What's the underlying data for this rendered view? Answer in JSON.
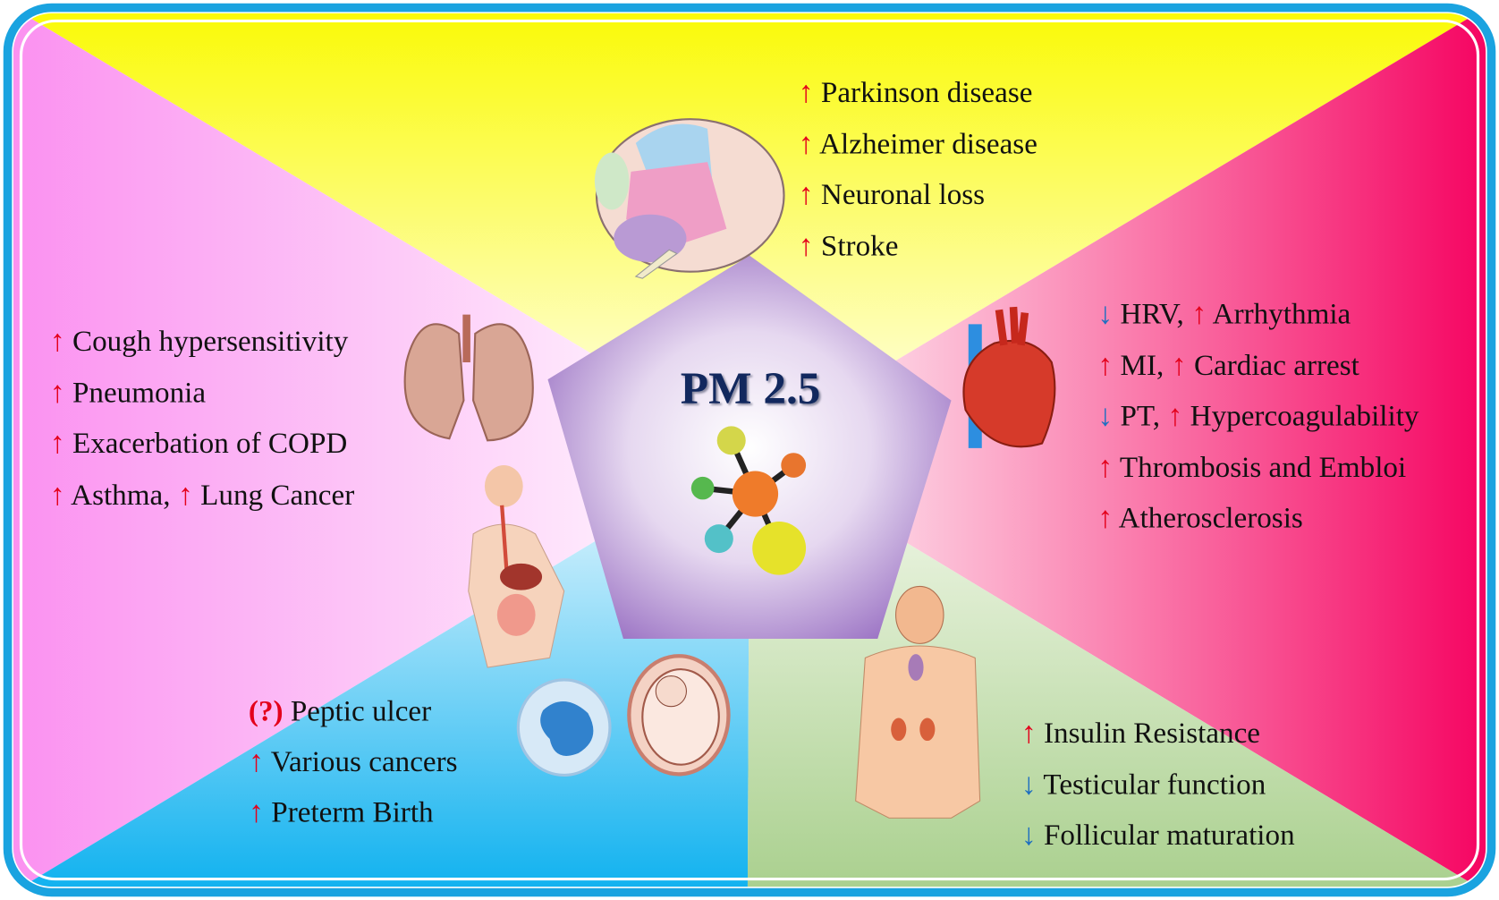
{
  "title": "PM 2.5",
  "brain": [
    {
      "dir": "up",
      "text": "Parkinson disease"
    },
    {
      "dir": "up",
      "text": "Alzheimer disease"
    },
    {
      "dir": "up",
      "text": "Neuronal loss"
    },
    {
      "dir": "up",
      "text": "Stroke"
    }
  ],
  "lungs": {
    "rows": [
      {
        "dir": "up",
        "text": "Cough hypersensitivity"
      },
      {
        "dir": "up",
        "text": "Pneumonia"
      },
      {
        "dir": "up",
        "text": "Exacerbation of COPD"
      }
    ],
    "last_a": "Asthma,",
    "last_b": "Lung Cancer"
  },
  "heart": {
    "r1a": "HRV,",
    "r1b": "Arrhythmia",
    "r2a": "MI,",
    "r2b": "Cardiac arrest",
    "r3a": "PT,",
    "r3b": "Hypercoagulability",
    "r4": "Thrombosis and Embloi",
    "r5": "Atherosclerosis"
  },
  "digestive": {
    "q": "(?)",
    "r1": "Peptic ulcer",
    "r2": "Various cancers",
    "r3": "Preterm Birth"
  },
  "endocrine": {
    "r1": "Insulin Resistance",
    "r2": "Testicular function",
    "r3": "Follicular maturation"
  },
  "arrows": {
    "up": "↑",
    "down": "↓"
  },
  "colors": {
    "up": "#e3001b",
    "down": "#1f6fc0",
    "border": "#1aa3e0"
  }
}
